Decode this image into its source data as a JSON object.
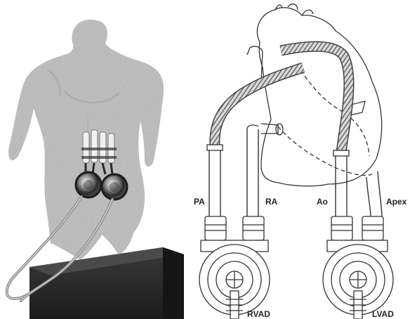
{
  "labels": {
    "pa": "PA",
    "ra": "RA",
    "ao": "Ao",
    "apex": "Apex",
    "rvad": "RVAD",
    "lvad": "LVAD"
  }
}
